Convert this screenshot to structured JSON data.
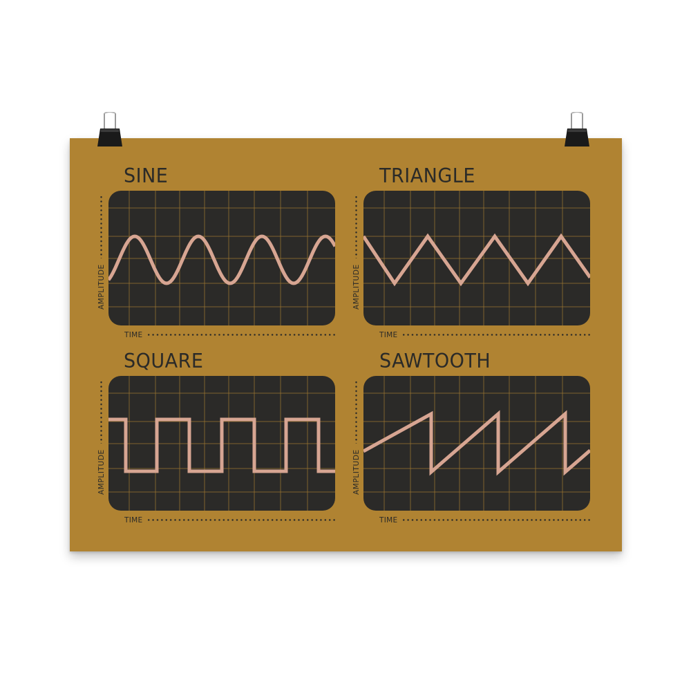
{
  "colors": {
    "poster_bg": "#b08332",
    "screen_bg": "#2b2a28",
    "grid_line": "#9b7430",
    "wave": "#d7a592",
    "text": "#2a2a28"
  },
  "panels": [
    {
      "title": "SINE",
      "wave": "sine",
      "xlabel": "TIME",
      "ylabel": "AMPLITUDE"
    },
    {
      "title": "TRIANGLE",
      "wave": "triangle",
      "xlabel": "TIME",
      "ylabel": "AMPLITUDE"
    },
    {
      "title": "SQUARE",
      "wave": "square",
      "xlabel": "TIME",
      "ylabel": "AMPLITUDE"
    },
    {
      "title": "SAWTOOTH",
      "wave": "sawtooth",
      "xlabel": "TIME",
      "ylabel": "AMPLITUDE"
    }
  ],
  "icons": [
    "binder-clip-icon",
    "binder-clip-icon"
  ]
}
